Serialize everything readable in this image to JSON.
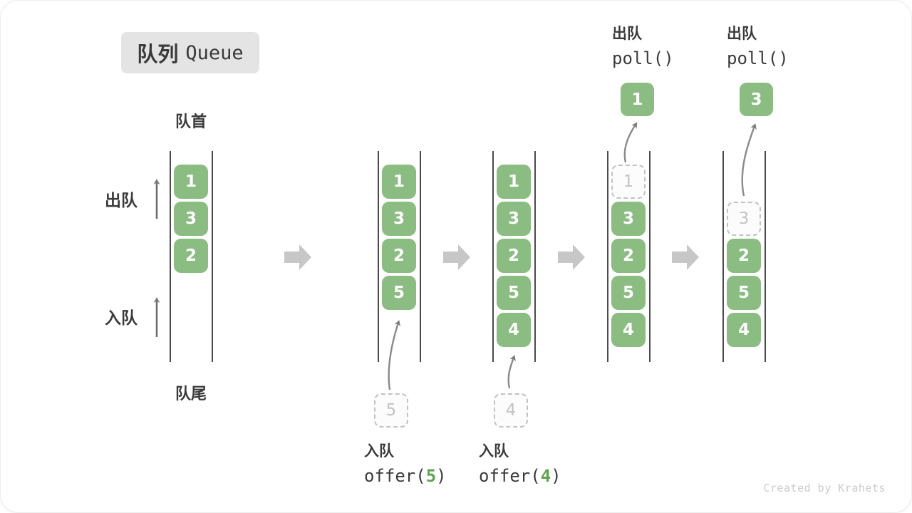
{
  "title": {
    "zh": "队列",
    "en": "Queue"
  },
  "side_labels": {
    "front": "队首",
    "rear": "队尾",
    "dequeue": "出队",
    "enqueue": "入队"
  },
  "operations": {
    "enqueue5": {
      "label": "入队",
      "code_pre": "offer(",
      "arg": "5",
      "code_post": ")"
    },
    "enqueue4": {
      "label": "入队",
      "code_pre": "offer(",
      "arg": "4",
      "code_post": ")"
    },
    "poll1": {
      "label": "出队",
      "code": "poll()"
    },
    "poll3": {
      "label": "出队",
      "code": "poll()"
    }
  },
  "stages": [
    {
      "boxes": [
        "1",
        "3",
        "2"
      ]
    },
    {
      "boxes": [
        "1",
        "3",
        "2",
        "5"
      ],
      "incoming": "5"
    },
    {
      "boxes": [
        "1",
        "3",
        "2",
        "5",
        "4"
      ],
      "incoming": "4"
    },
    {
      "removed": "1",
      "boxes": [
        "3",
        "2",
        "5",
        "4"
      ],
      "polled": "1"
    },
    {
      "removed": "3",
      "boxes": [
        "2",
        "5",
        "4"
      ],
      "polled": "3"
    }
  ],
  "watermark": "Created by Krahets",
  "colors": {
    "box_green": "#8bbc82",
    "code_arg_green": "#5fa350",
    "block_arrow_gray": "#c7c7c7",
    "wall_gray": "#4a4a4a",
    "dashed_border_gray": "#c2c2c2",
    "text_dark": "#3b3b3b",
    "badge_bg": "#e4e4e4",
    "watermark_gray": "#cbcbcb"
  }
}
